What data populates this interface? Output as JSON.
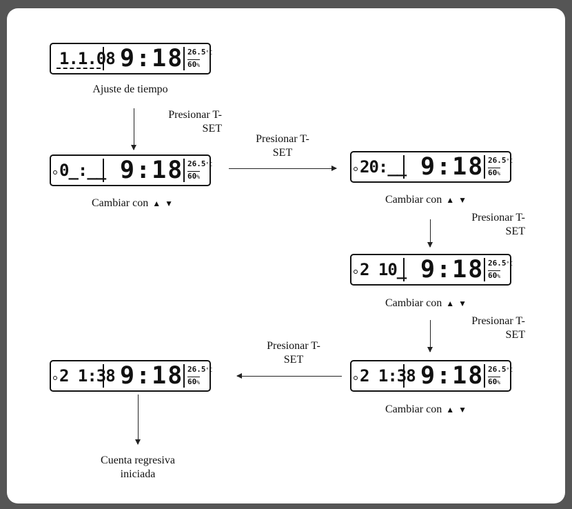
{
  "displays": [
    {
      "left": "1.1.08",
      "time": "9:18",
      "temp": "26.5",
      "temp_unit": "°C",
      "humidity": "60",
      "hum_unit": "%"
    },
    {
      "left": "0_:__",
      "time": "9:18",
      "temp": "26.5",
      "temp_unit": "°C",
      "humidity": "60",
      "hum_unit": "%"
    },
    {
      "left": "20:__",
      "time": "9:18",
      "temp": "26.5",
      "temp_unit": "°C",
      "humidity": "60",
      "hum_unit": "%"
    },
    {
      "left": "2 10_",
      "time": "9:18",
      "temp": "26.5",
      "temp_unit": "°C",
      "humidity": "60",
      "hum_unit": "%"
    },
    {
      "left": "2 1:38",
      "time": "9:18",
      "temp": "26.5",
      "temp_unit": "°C",
      "humidity": "60",
      "hum_unit": "%"
    },
    {
      "left": "2 1:38",
      "time": "9:18",
      "temp": "26.5",
      "temp_unit": "°C",
      "humidity": "60",
      "hum_unit": "%"
    }
  ],
  "labels": {
    "time_setting": "Ajuste de tiempo",
    "change_with": "Cambiar con",
    "countdown_line1": "Cuenta regresiva",
    "countdown_line2": "iniciada"
  },
  "press": {
    "line1": "Presionar T-",
    "line2": "SET"
  },
  "symbols": {
    "up": "▲",
    "down": "▼"
  }
}
